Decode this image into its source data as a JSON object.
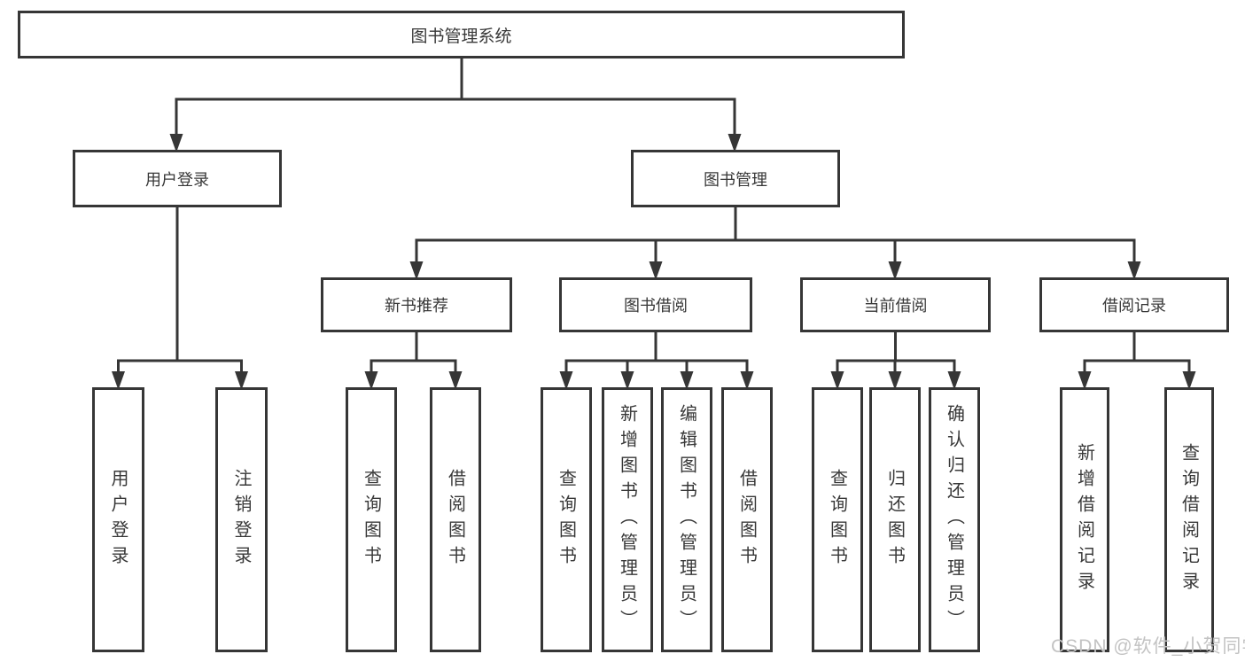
{
  "tree": {
    "root": "图书管理系统",
    "branches": [
      {
        "label": "用户登录",
        "children": [
          {
            "label": "用户登录"
          },
          {
            "label": "注销登录"
          }
        ]
      },
      {
        "label": "图书管理",
        "children": [
          {
            "label": "新书推荐",
            "children": [
              {
                "label": "查询图书"
              },
              {
                "label": "借阅图书"
              }
            ]
          },
          {
            "label": "图书借阅",
            "children": [
              {
                "label": "查询图书"
              },
              {
                "label": "新增图书（管理员）"
              },
              {
                "label": "编辑图书（管理员）"
              },
              {
                "label": "借阅图书"
              }
            ]
          },
          {
            "label": "当前借阅",
            "children": [
              {
                "label": "查询图书"
              },
              {
                "label": "归还图书"
              },
              {
                "label": "确认归还（管理员）"
              }
            ]
          },
          {
            "label": "借阅记录",
            "children": [
              {
                "label": "新增借阅记录"
              },
              {
                "label": "查询借阅记录"
              }
            ]
          }
        ]
      }
    ]
  },
  "watermark": {
    "text": "CSDN @软件_小贺同学"
  },
  "colors": {
    "line": "#363636",
    "box_border": "#363636",
    "text": "#383838",
    "watermark": "#c3c3c3",
    "background": "#ffffff"
  }
}
